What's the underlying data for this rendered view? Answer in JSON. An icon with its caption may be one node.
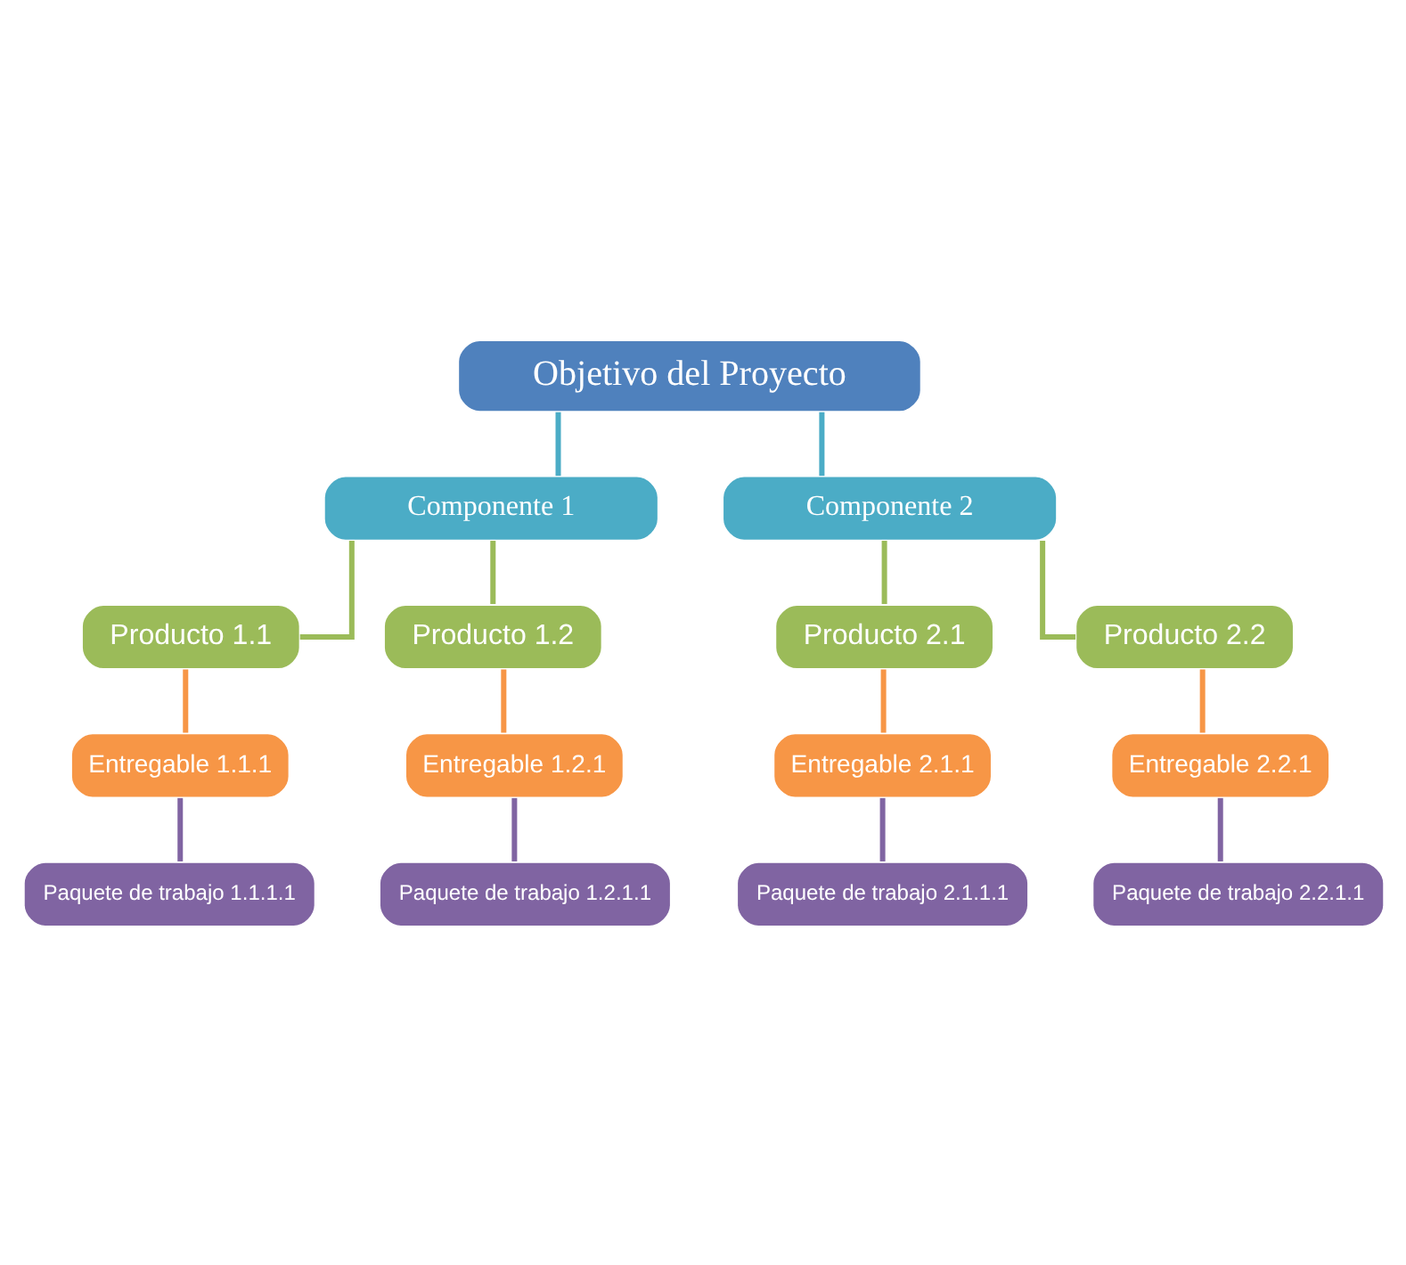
{
  "diagram": {
    "nodes": [
      {
        "text": [
          "Objetivo del Proyecto"
        ]
      },
      {
        "text": [
          "Componente 1"
        ]
      },
      {
        "text": [
          "Componente 2"
        ]
      },
      {
        "text": [
          "Producto 1.1"
        ]
      },
      {
        "text": [
          "Producto 1.2"
        ]
      },
      {
        "text": [
          "Producto 2.1"
        ]
      },
      {
        "text": [
          "Producto 2.2"
        ]
      },
      {
        "text": [
          "Entregable 1.1.1"
        ]
      },
      {
        "text": [
          "Entregable 1.2.1"
        ]
      },
      {
        "text": [
          "Entregable 2.1.1"
        ]
      },
      {
        "text": [
          "Entregable 2.2.1"
        ]
      },
      {
        "text": [
          "Paquete de trabajo 1.1.1.1"
        ]
      },
      {
        "text": [
          "Paquete de trabajo 1.2.1.1"
        ]
      },
      {
        "text": [
          "Paquete de trabajo 2.1.1.1"
        ]
      },
      {
        "text": [
          "Paquete de trabajo 2.2.1.1"
        ]
      }
    ],
    "edges": [
      {
        "from": 0,
        "to": 1,
        "arrow": "none",
        "color": "#4bacc6"
      },
      {
        "from": 0,
        "to": 2,
        "arrow": "none",
        "color": "#4bacc6"
      },
      {
        "from": 1,
        "to": 3,
        "arrow": "none",
        "color": "#9bbb59"
      },
      {
        "from": 1,
        "to": 4,
        "arrow": "none",
        "color": "#9bbb59"
      },
      {
        "from": 2,
        "to": 5,
        "arrow": "none",
        "color": "#9bbb59"
      },
      {
        "from": 2,
        "to": 6,
        "arrow": "none",
        "color": "#9bbb59"
      },
      {
        "from": 3,
        "to": 7,
        "arrow": "none",
        "color": "#f79646"
      },
      {
        "from": 4,
        "to": 8,
        "arrow": "none",
        "color": "#f79646"
      },
      {
        "from": 5,
        "to": 9,
        "arrow": "none",
        "color": "#f79646"
      },
      {
        "from": 6,
        "to": 10,
        "arrow": "none",
        "color": "#f79646"
      },
      {
        "from": 7,
        "to": 11,
        "arrow": "none",
        "color": "#8064a2"
      },
      {
        "from": 8,
        "to": 12,
        "arrow": "none",
        "color": "#8064a2"
      },
      {
        "from": 9,
        "to": 13,
        "arrow": "none",
        "color": "#8064a2"
      },
      {
        "from": 10,
        "to": 14,
        "arrow": "none",
        "color": "#8064a2"
      }
    ]
  }
}
